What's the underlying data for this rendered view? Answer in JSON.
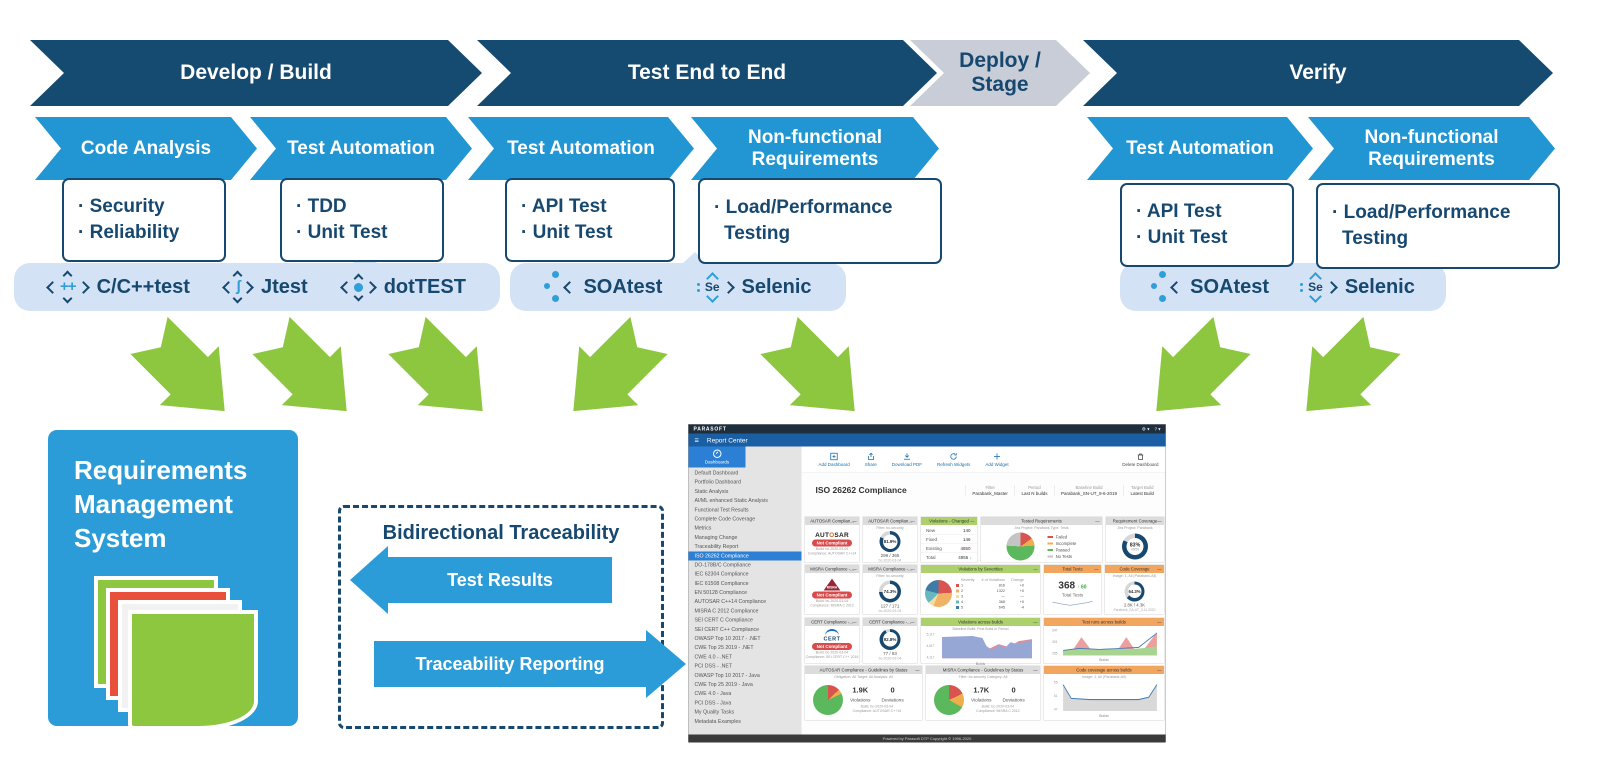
{
  "colors": {
    "navy": "#154a71",
    "blue": "#2196d3",
    "light_badge": "#d3e2f5",
    "green": "#8dc63f",
    "gray_stage": "#c9cdd8",
    "rms_blue": "#2b9cd8",
    "accent_blue": "#2b7fd4",
    "red_status": "#d94a4a"
  },
  "pipeline": {
    "stages": [
      {
        "label": "Develop / Build"
      },
      {
        "label": "Test End to End"
      },
      {
        "label": "Deploy /\nStage"
      },
      {
        "label": "Verify"
      }
    ],
    "substages": [
      "Code Analysis",
      "Test Automation",
      "Test Automation",
      "Non-functional\nRequirements",
      "Test Automation",
      "Non-functional\nRequirements"
    ],
    "boxes": [
      {
        "items": [
          "Security",
          "Reliability"
        ]
      },
      {
        "items": [
          "TDD",
          "Unit Test"
        ]
      },
      {
        "items": [
          "API Test",
          "Unit Test"
        ]
      },
      {
        "items": [
          "Load/Performance Testing"
        ]
      },
      {
        "items": [
          "API Test",
          "Unit Test"
        ]
      },
      {
        "items": [
          "Load/Performance Testing"
        ]
      }
    ]
  },
  "tool_groups": [
    {
      "tools": [
        "C/C++test",
        "Jtest",
        "dotTEST"
      ]
    },
    {
      "tools": [
        "SOAtest",
        "Selenic"
      ]
    },
    {
      "tools": [
        "SOAtest",
        "Selenic"
      ]
    }
  ],
  "rms": {
    "title": "Requirements\nManagement\nSystem"
  },
  "traceability": {
    "title": "Bidirectional Traceability",
    "left_arrow": "Test Results",
    "right_arrow": "Traceability Reporting"
  },
  "dashboard": {
    "brand": "PARASOFT",
    "app_title": "Report Center",
    "hamburger": "≡",
    "gear": "⚙",
    "caret": "▾",
    "help": "?",
    "nav_tab": "Dashboards",
    "sidebar_items": [
      {
        "label": "Default Dashboard"
      },
      {
        "label": "Portfolio Dashboard"
      },
      {
        "label": "Static Analysis"
      },
      {
        "label": "AI/ML enhanced Static Analysis"
      },
      {
        "label": "Functional Test Results"
      },
      {
        "label": "Complete Code Coverage"
      },
      {
        "label": "Metrics"
      },
      {
        "label": "Managing Change"
      },
      {
        "label": "Traceability Report"
      },
      {
        "label": "ISO 26262 Compliance",
        "selected": true
      },
      {
        "label": "DO-178B/C Compliance"
      },
      {
        "label": "IEC 62304 Compliance"
      },
      {
        "label": "IEC 61508 Compliance"
      },
      {
        "label": "EN 50128 Compliance"
      },
      {
        "label": "AUTOSAR C++14 Compliance"
      },
      {
        "label": "MISRA C 2012 Compliance"
      },
      {
        "label": "SEI CERT C Compliance"
      },
      {
        "label": "SEI CERT C++ Compliance"
      },
      {
        "label": "OWASP Top 10 2017 - .NET"
      },
      {
        "label": "CWE Top 25 2019 - .NET"
      },
      {
        "label": "CWE 4.0 - .NET"
      },
      {
        "label": "PCI DSS - .NET"
      },
      {
        "label": "OWASP Top 10 2017 - Java"
      },
      {
        "label": "CWE Top 25 2019 - Java"
      },
      {
        "label": "CWE 4.0 - Java"
      },
      {
        "label": "PCI DSS - Java"
      },
      {
        "label": "My Quality Tasks"
      },
      {
        "label": "Metadata Examples"
      }
    ],
    "toolbar": [
      "Add Dashboard",
      "Share",
      "Download PDF",
      "Refresh Widgets",
      "Add Widget"
    ],
    "delete_label": "Delete Dashboard",
    "page_title": "ISO 26262 Compliance",
    "filters": [
      {
        "label": "Filter",
        "value": "Parabank_Master"
      },
      {
        "label": "Period",
        "value": "Last N builds"
      },
      {
        "label": "Baseline Build",
        "value": "Parabank_SN-UT_9-6-2019"
      },
      {
        "label": "Target Build",
        "value": "Latest Build"
      }
    ],
    "menu_glyph": "—",
    "widgets": {
      "autosar_status": {
        "header": "AUTOSAR Complian...",
        "logo_pre": "AUT",
        "logo_o": "O",
        "logo_post": "SAR",
        "status": "Not Compliant",
        "build": "Build: bc-2020-03-04",
        "compliance": "Compliance: AUTOSAR C++14"
      },
      "autosar_gauge": {
        "header": "AUTOSAR Complian...",
        "sub": "Filter: bc-security",
        "pct": "81.9%",
        "ratio": "299 / 365",
        "build": "bc-2020-03-04"
      },
      "violations_changed": {
        "header": "Violations - Changed",
        "rows": [
          {
            "label": "New",
            "value": "140",
            "trend": ""
          },
          {
            "label": "Fixed",
            "value": "146",
            "trend": ""
          },
          {
            "label": "Existing",
            "value": "4850",
            "trend": ""
          },
          {
            "label": "Total",
            "value": "4955",
            "trend": "↓"
          }
        ]
      },
      "tested_requirements": {
        "header": "Tested Requirements",
        "sub": "Jira Project: Parabank      Type: Tests",
        "legend": [
          {
            "label": "Failed",
            "color": "#d9534f"
          },
          {
            "label": "Incomplete",
            "color": "#f0ad4e"
          },
          {
            "label": "Passed",
            "color": "#5cb85c"
          },
          {
            "label": "No Tests",
            "color": "#c4c4c4"
          }
        ]
      },
      "requirement_coverage": {
        "header": "Requirement Coverage",
        "sub": "Jira Project: Parabank",
        "pct": "83%",
        "ratio": "49/59"
      },
      "misra_status": {
        "header": "MISRA Compliance -...",
        "logo": "MISRA",
        "status": "Not Compliant",
        "build": "Build: bc-2020-03-04",
        "compliance": "Compliance: MISRA C 2012"
      },
      "misra_gauge": {
        "header": "MISRA Compliance -...",
        "sub": "Filter: bc-security",
        "pct": "74.3%",
        "ratio": "127 / 171",
        "build": "bc-2020-03-04"
      },
      "violations_severities": {
        "header": "Violations by Severities",
        "cols": [
          "Severity",
          "# of Violations",
          "Change"
        ],
        "rows": [
          {
            "color": "#d9534f",
            "sev": "1",
            "count": "816",
            "change": "+0"
          },
          {
            "color": "#f0b264",
            "sev": "2",
            "count": "1322",
            "change": "+0"
          },
          {
            "color": "#f3dc9e",
            "sev": "3",
            "count": "—",
            "change": "—"
          },
          {
            "color": "#67b7c1",
            "sev": "4",
            "count": "368",
            "change": "+0"
          },
          {
            "color": "#3e7ca6",
            "sev": "5",
            "count": "645",
            "change": "-4"
          }
        ]
      },
      "total_tests": {
        "header": "Total Tests",
        "value": "368",
        "delta": "↑ 60",
        "label": "Total Tests"
      },
      "code_coverage": {
        "header": "Code Coverage",
        "sub": "Image: 1, All (Parabank-All)",
        "pct": "64.3%",
        "ratio": "2.8K / 4.3K",
        "build": "Parabank_SA-UT_3-11-2020"
      },
      "cert_status": {
        "header": "CERT Compliance -...",
        "logo": "CERT",
        "status": "Not Compliant",
        "build": "Build: bc-2020-03-04",
        "compliance": "Compliance: SEI CERT C++ 2016"
      },
      "cert_gauge": {
        "header": "CERT Compliance -...",
        "sub": "Filter: bc-security",
        "pct": "92.8%",
        "ratio": "77 / 83",
        "build": "bc-2020-03-04"
      },
      "violations_builds": {
        "header": "Violations across builds",
        "sub": "Baseline Build: First Build in Period",
        "yticks": [
          "5,117",
          "4,617",
          "4,117"
        ],
        "xlabel": "Builds"
      },
      "testruns_builds": {
        "header": "Test runs across builds",
        "yticks": [
          "347",
          "301",
          "255"
        ],
        "xlabel": "Builds"
      },
      "autosar_guidelines": {
        "header": "AUTOSAR Compliance - Guidelines by Status",
        "sub": "Obligation: All    Target: All    Analysis: All",
        "violations": "1.9K",
        "violations_label": "Violations",
        "deviations": "0",
        "deviations_label": "Deviations",
        "build": "Build: bc-2020-03-04",
        "compliance": "Compliance: AUTOSAR C++14"
      },
      "misra_guidelines": {
        "header": "MISRA Compliance - Guidelines by Status",
        "sub": "Filter: bc-security      Category: All",
        "violations": "1.7K",
        "violations_label": "Violations",
        "deviations": "0",
        "deviations_label": "Deviations",
        "build": "Build: bc-2020-03-04",
        "compliance": "Compliance: MISRA C 2012"
      },
      "codecov_builds": {
        "header": "Code coverage across builds",
        "sub": "Image: 1, All (Parabank-All)",
        "yticks": [
          "55",
          "51",
          "47"
        ],
        "xlabel": "Builds"
      }
    },
    "footer": "Powered by Parasoft DTP   Copyright © 1996-2020"
  }
}
